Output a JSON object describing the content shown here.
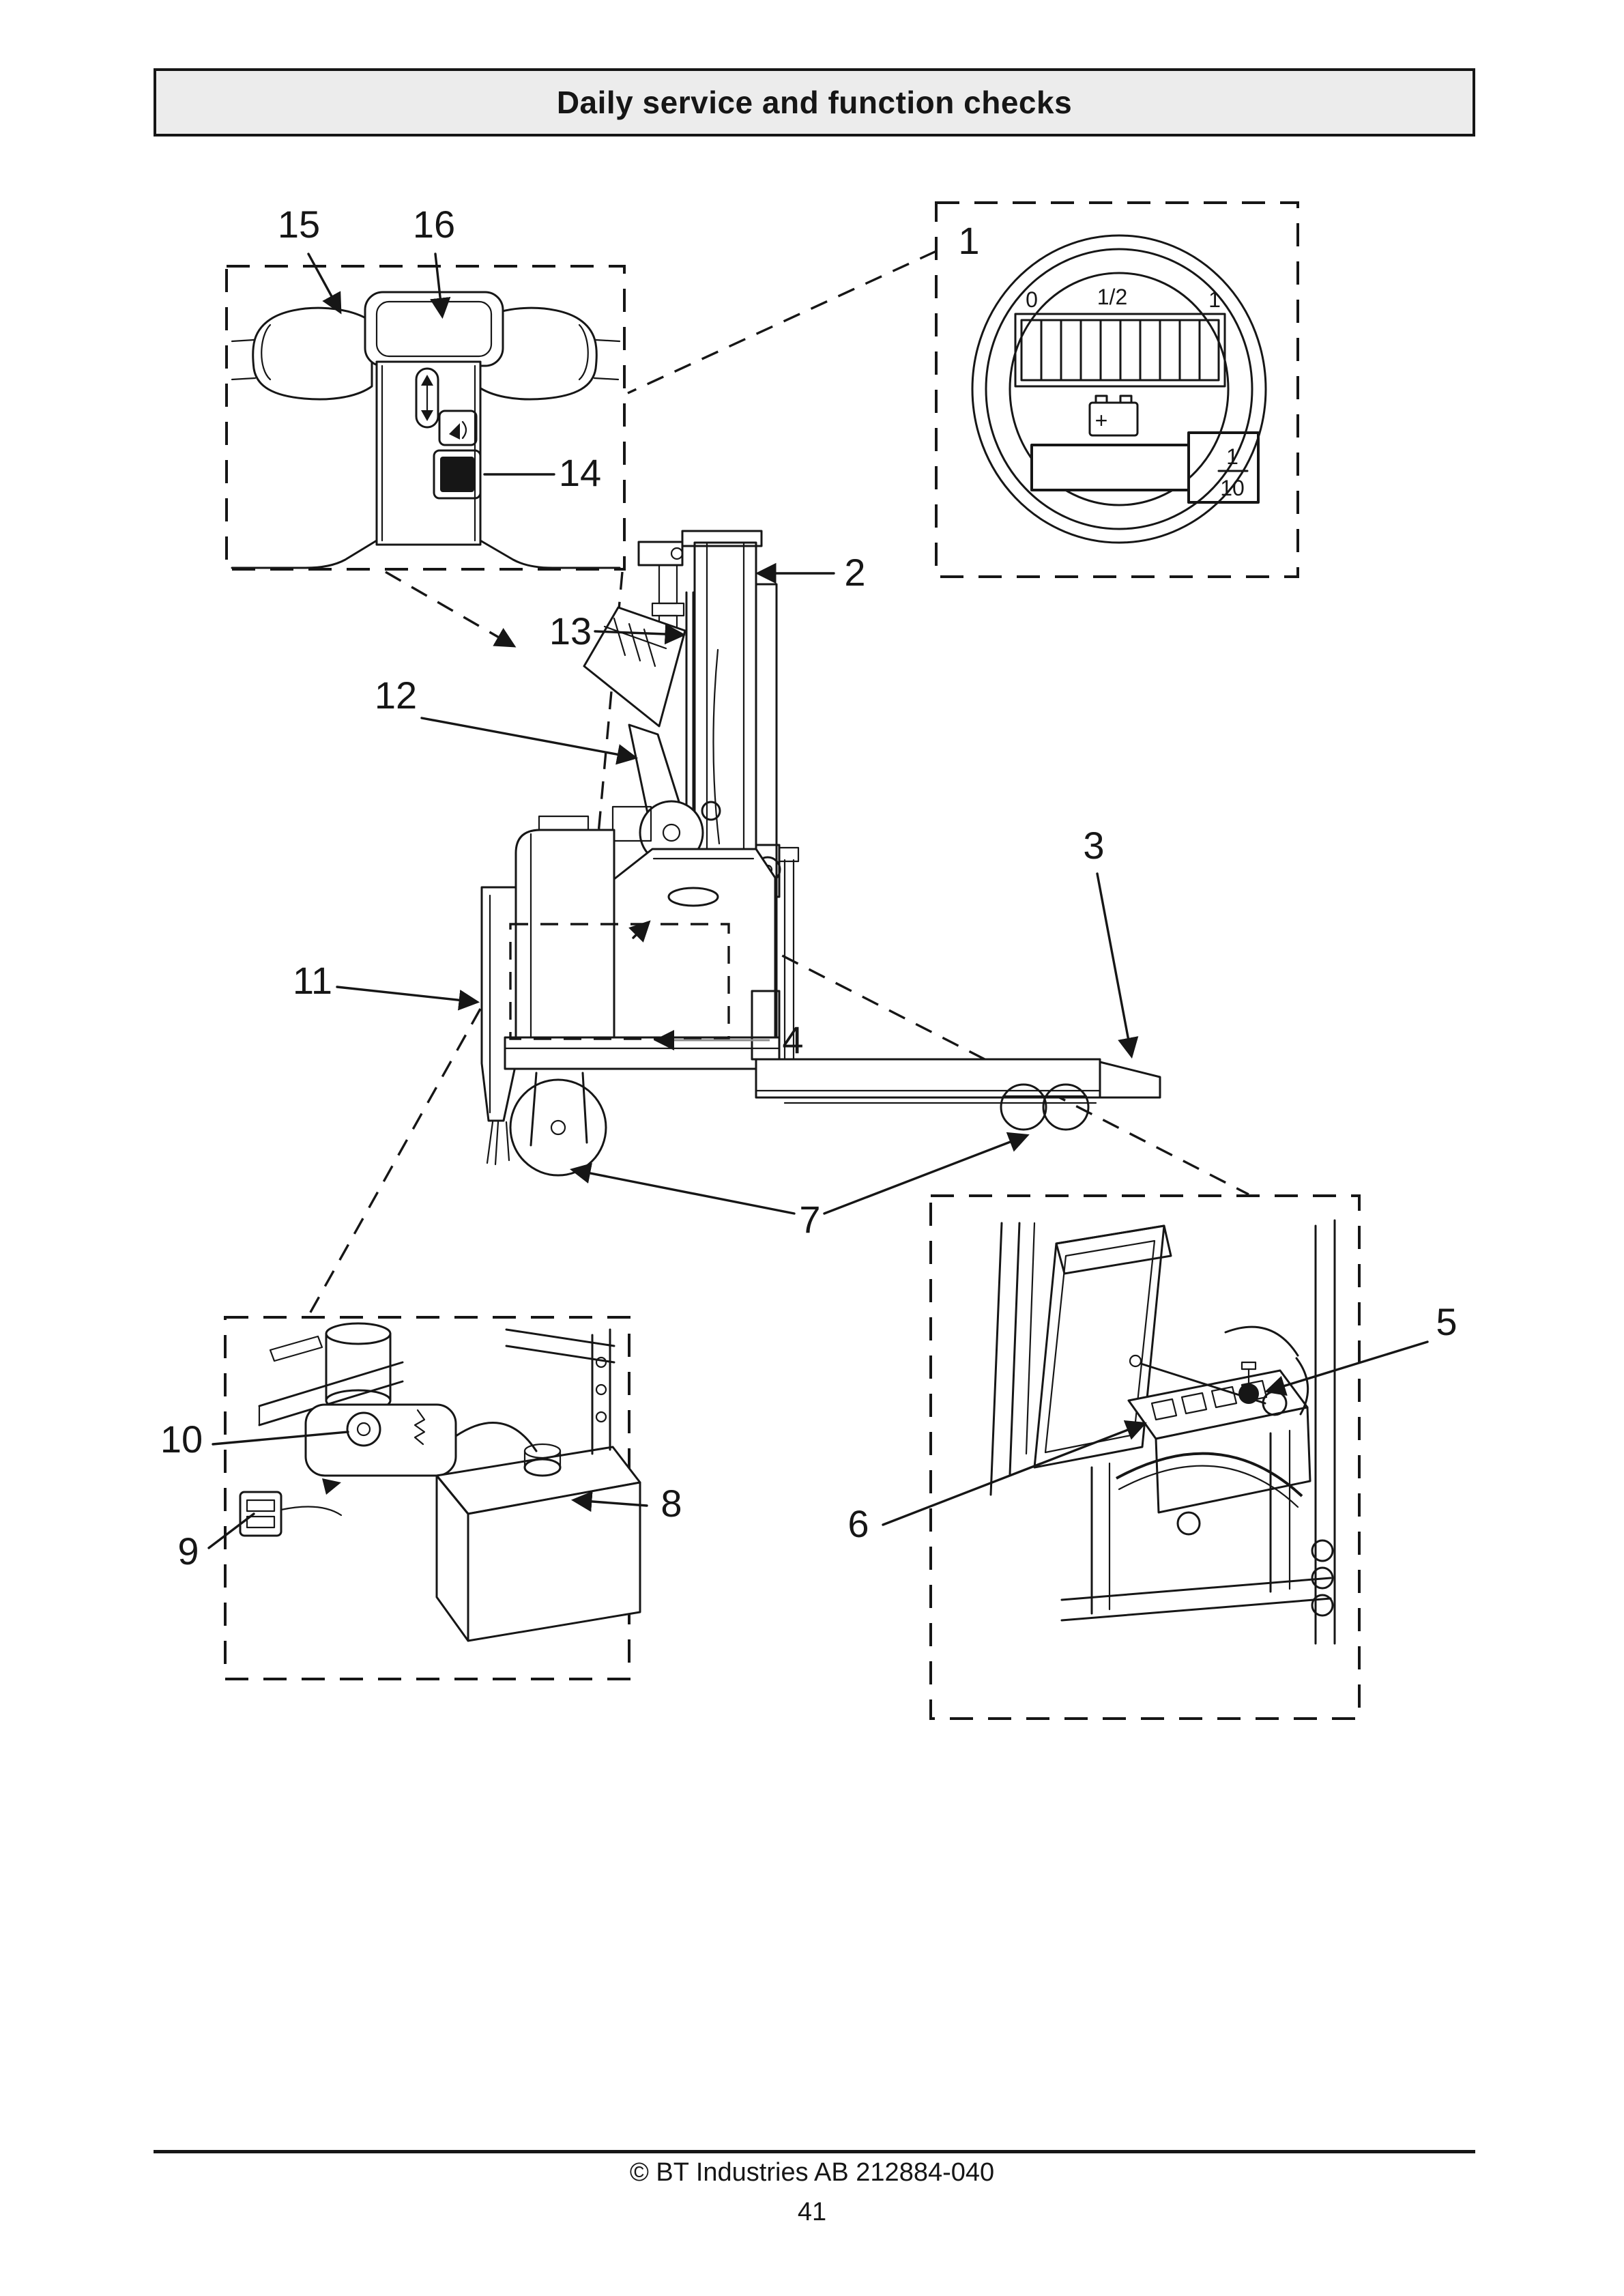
{
  "page": {
    "title": "Daily service and function checks",
    "footer_copyright": "© BT Industries AB 212884-040",
    "page_number": "41"
  },
  "colors": {
    "ink": "#161616",
    "paper": "#ffffff",
    "header_bg": "#ececec"
  },
  "callouts": {
    "c1": "1",
    "c2": "2",
    "c3": "3",
    "c4": "4",
    "c5": "5",
    "c6": "6",
    "c7": "7",
    "c8": "8",
    "c9": "9",
    "c10": "10",
    "c11": "11",
    "c12": "12",
    "c13": "13",
    "c14": "14",
    "c15": "15",
    "c16": "16"
  },
  "battery_gauge": {
    "scale": [
      "0",
      "1/2",
      "1"
    ],
    "segments": 10,
    "battery_symbol_plus": "+",
    "fraction_numerator": "1",
    "fraction_denominator": "10"
  }
}
